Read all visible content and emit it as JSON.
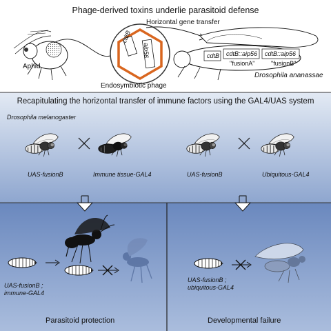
{
  "top": {
    "title": "Phage-derived toxins underlie parasitoid defense",
    "aphid_label": "Aphid",
    "hgt_label": "Horizontal gene transfer",
    "phage_label": "Endosymbiotic phage",
    "phage_gene_1": "cdtB",
    "phage_gene_2": "aip56",
    "fly_species": "Drosophila ananassae",
    "fly_gene_1": "cdtB",
    "fly_gene_2": "cdtB::aip56",
    "fly_gene_3": "cdtB::aip56",
    "fusion_a": "\"fusionA\"",
    "fusion_b": "\"fusionB\""
  },
  "middle": {
    "title": "Recapitulating the horizontal transfer of immune factors using the GAL4/UAS system",
    "species": "Drosophila melanogaster",
    "cross_left_1": "UAS-fusionB",
    "cross_left_2": "Immune tissue-GAL4",
    "cross_right_1": "UAS-fusionB",
    "cross_right_2": "Ubiquitous-GAL4",
    "cross_symbol": "×"
  },
  "bottom_left": {
    "genotype_line1": "UAS-fusionB ;",
    "genotype_line2": "immune-GAL4",
    "outcome": "Parasitoid protection"
  },
  "bottom_right": {
    "genotype_line1": "UAS-fusionB ;",
    "genotype_line2": "ubiquitous-GAL4",
    "outcome": "Developmental failure"
  },
  "colors": {
    "panel_top": "#ffffff",
    "panel_mid_top": "#e2e9f3",
    "panel_mid_bottom": "#8fa7cf",
    "panel_bottom_top": "#6a87bd",
    "panel_bottom_bottom": "#a9bcdc",
    "phage_orange": "#d9661f"
  }
}
